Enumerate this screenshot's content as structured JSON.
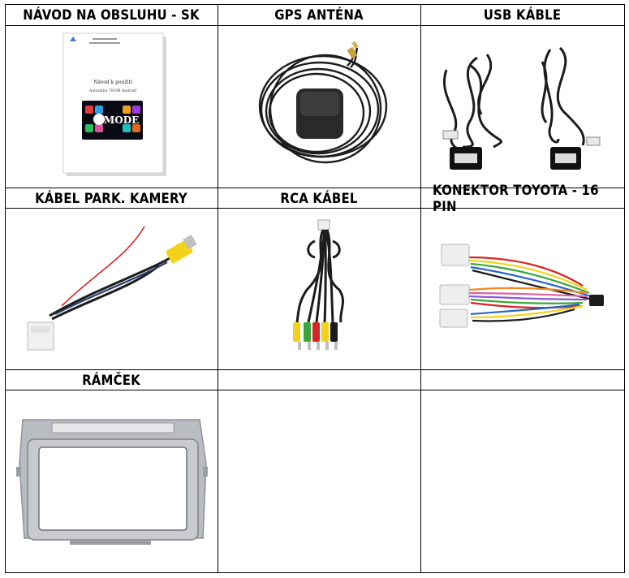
{
  "table": {
    "headers": [
      "NÁVOD NA OBSLUHU - SK",
      "GPS ANTÉNA",
      "USB KÁBLE",
      "KÁBEL PARK. KAMERY",
      "RCA KÁBEL",
      "KONEKTOR TOYOTA - 16 PIN",
      "RÁMČEK",
      "",
      ""
    ]
  },
  "manual": {
    "title": "Návod k použití",
    "subtitle": "Autorádio 7010B Android",
    "brand": "MODE"
  },
  "colors": {
    "border": "#000000",
    "cable": "#1c1c1c",
    "frame": "#b9bcc0",
    "rca_yellow": "#f2d21a",
    "rca_red": "#d82424",
    "rca_green": "#3aa63a"
  }
}
